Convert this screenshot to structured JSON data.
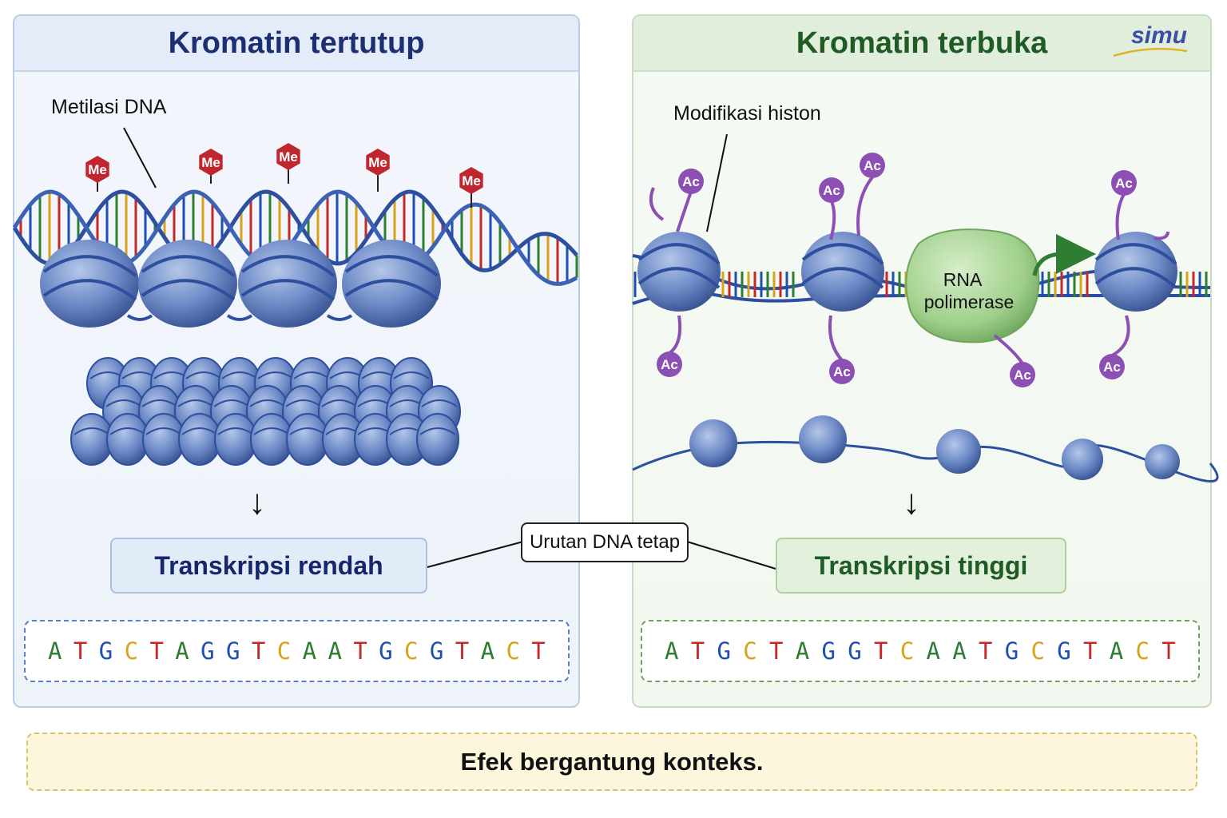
{
  "left_panel": {
    "title": "Kromatin tertutup",
    "callout": "Metilasi DNA",
    "methyl_tag": "Me",
    "result": "Transkripsi rendah"
  },
  "right_panel": {
    "title": "Kromatin terbuka",
    "callout": "Modifikasi histon",
    "acetyl_tag": "Ac",
    "polymerase_line1": "RNA",
    "polymerase_line2": "polimerase",
    "result": "Transkripsi tinggi"
  },
  "logo": "simu",
  "center_label": "Urutan DNA tetap",
  "footer": "Efek bergantung konteks.",
  "sequence": [
    "A",
    "T",
    "G",
    "C",
    "T",
    "A",
    "G",
    "G",
    "T",
    "C",
    "A",
    "A",
    "T",
    "G",
    "C",
    "G",
    "T",
    "A",
    "C",
    "T"
  ],
  "base_colors": {
    "A": "#2e7d32",
    "T": "#c62828",
    "G": "#1e4fb0",
    "C": "#d8a21a"
  },
  "colors": {
    "nucleosome": "#5a78b8",
    "dna_strand": "#2d4f9e",
    "methyl": "#c0262d",
    "acetyl": "#8c4fb3",
    "polymerase": "#9fcf8a",
    "arrow_green": "#2e7d32"
  }
}
